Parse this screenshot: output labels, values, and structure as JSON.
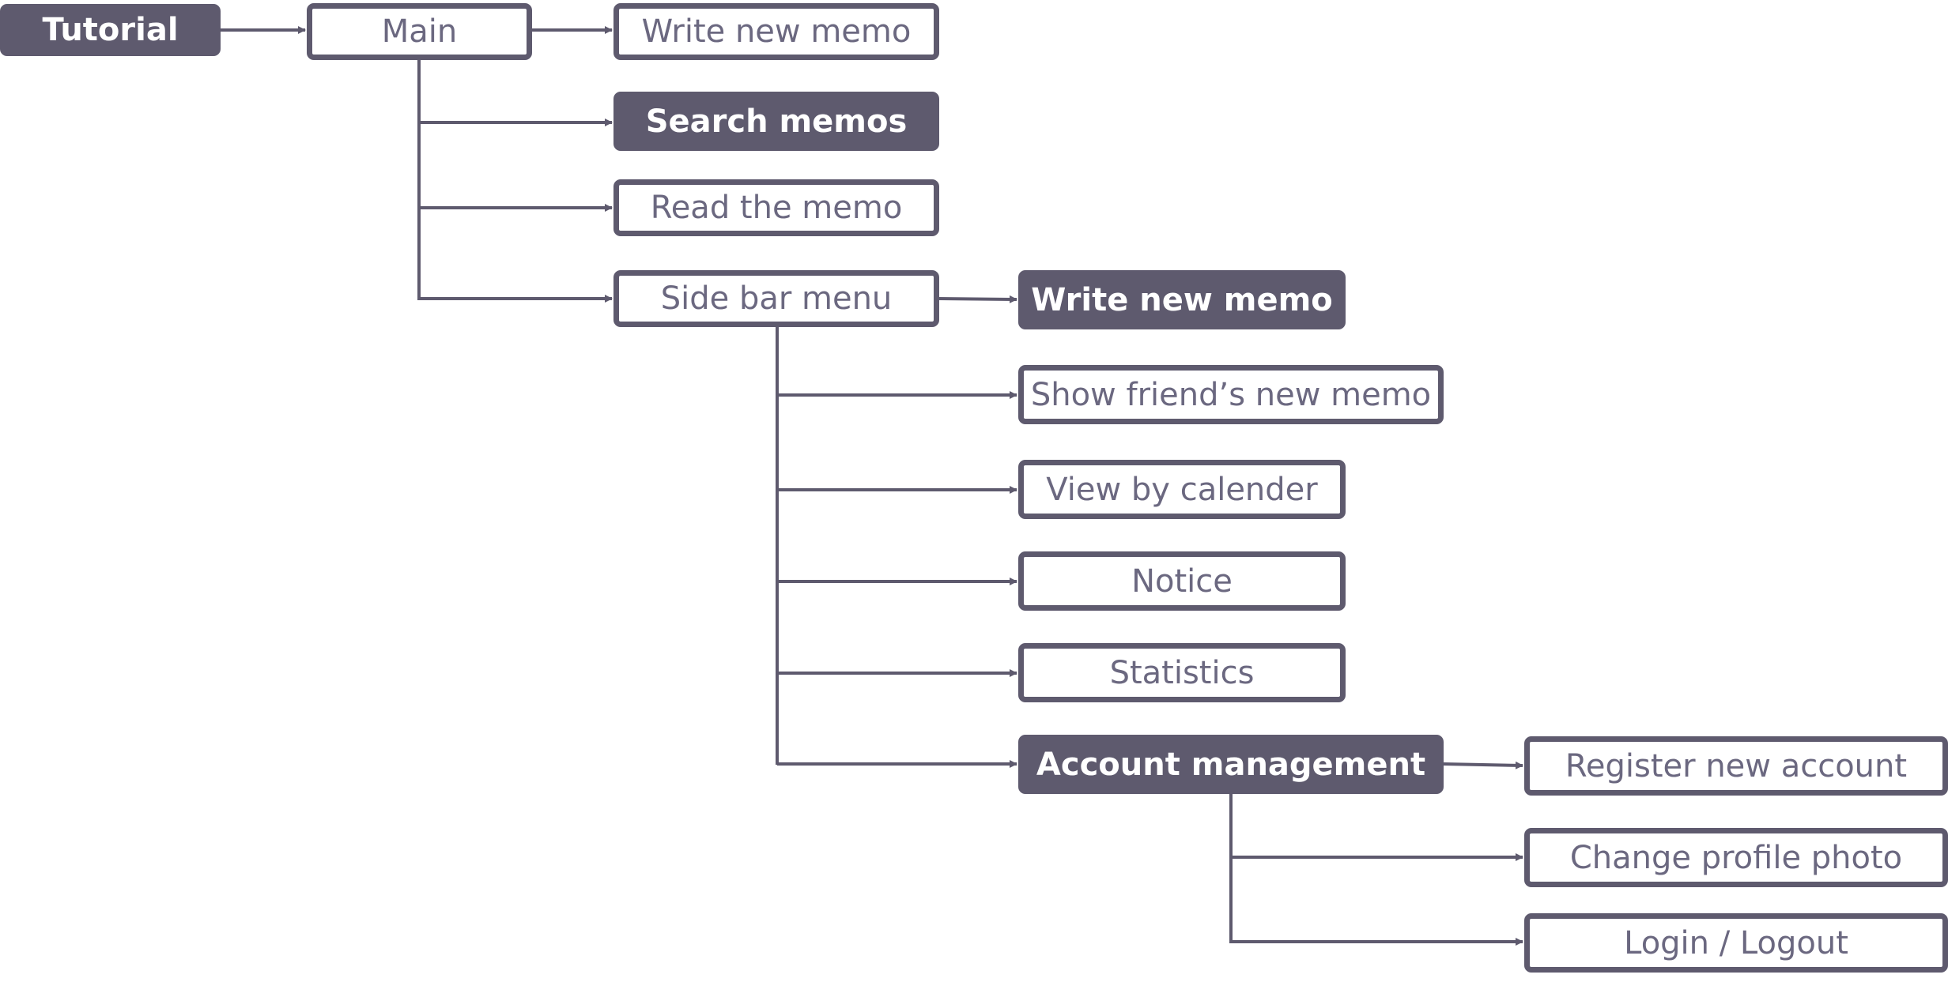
{
  "colors": {
    "stroke": "#5e5a6e",
    "fill": "#5e5a6e",
    "outline_text": "#6b6880",
    "filled_text": "#ffffff",
    "background": "#ffffff"
  },
  "nodes": {
    "tutorial": "Tutorial",
    "main": "Main",
    "write_new_memo_1": "Write new memo",
    "search_memos": "Search memos",
    "read_the_memo": "Read the memo",
    "side_bar_menu": "Side bar menu",
    "write_new_memo_2": "Write new memo",
    "show_friends_new_memo": "Show friend’s new memo",
    "view_by_calender": "View by calender",
    "notice": "Notice",
    "statistics": "Statistics",
    "account_management": "Account management",
    "register_new_account": "Register new account",
    "change_profile_photo": "Change profile photo",
    "login_logout": "Login / Logout"
  }
}
